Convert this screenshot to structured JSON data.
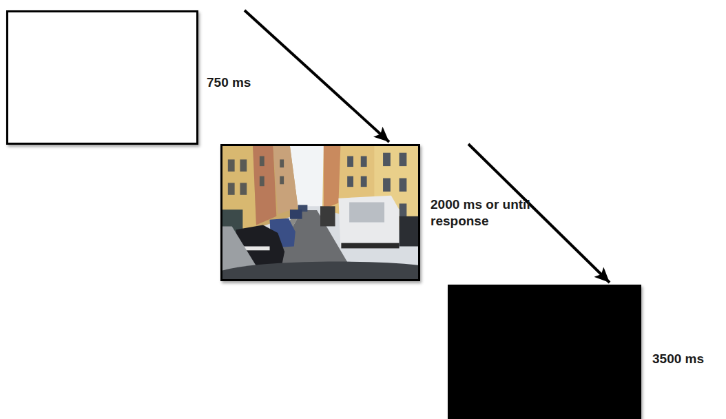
{
  "diagram": {
    "nodes": [
      {
        "text": [
          "750 ms"
        ]
      },
      {
        "text": [
          "2000 ms or until response"
        ]
      },
      {
        "text": [
          "3500 ms"
        ]
      }
    ],
    "edges": [
      {
        "from": 0,
        "to": 1,
        "arrow": "to"
      },
      {
        "from": 1,
        "to": 2,
        "arrow": "to"
      }
    ]
  }
}
